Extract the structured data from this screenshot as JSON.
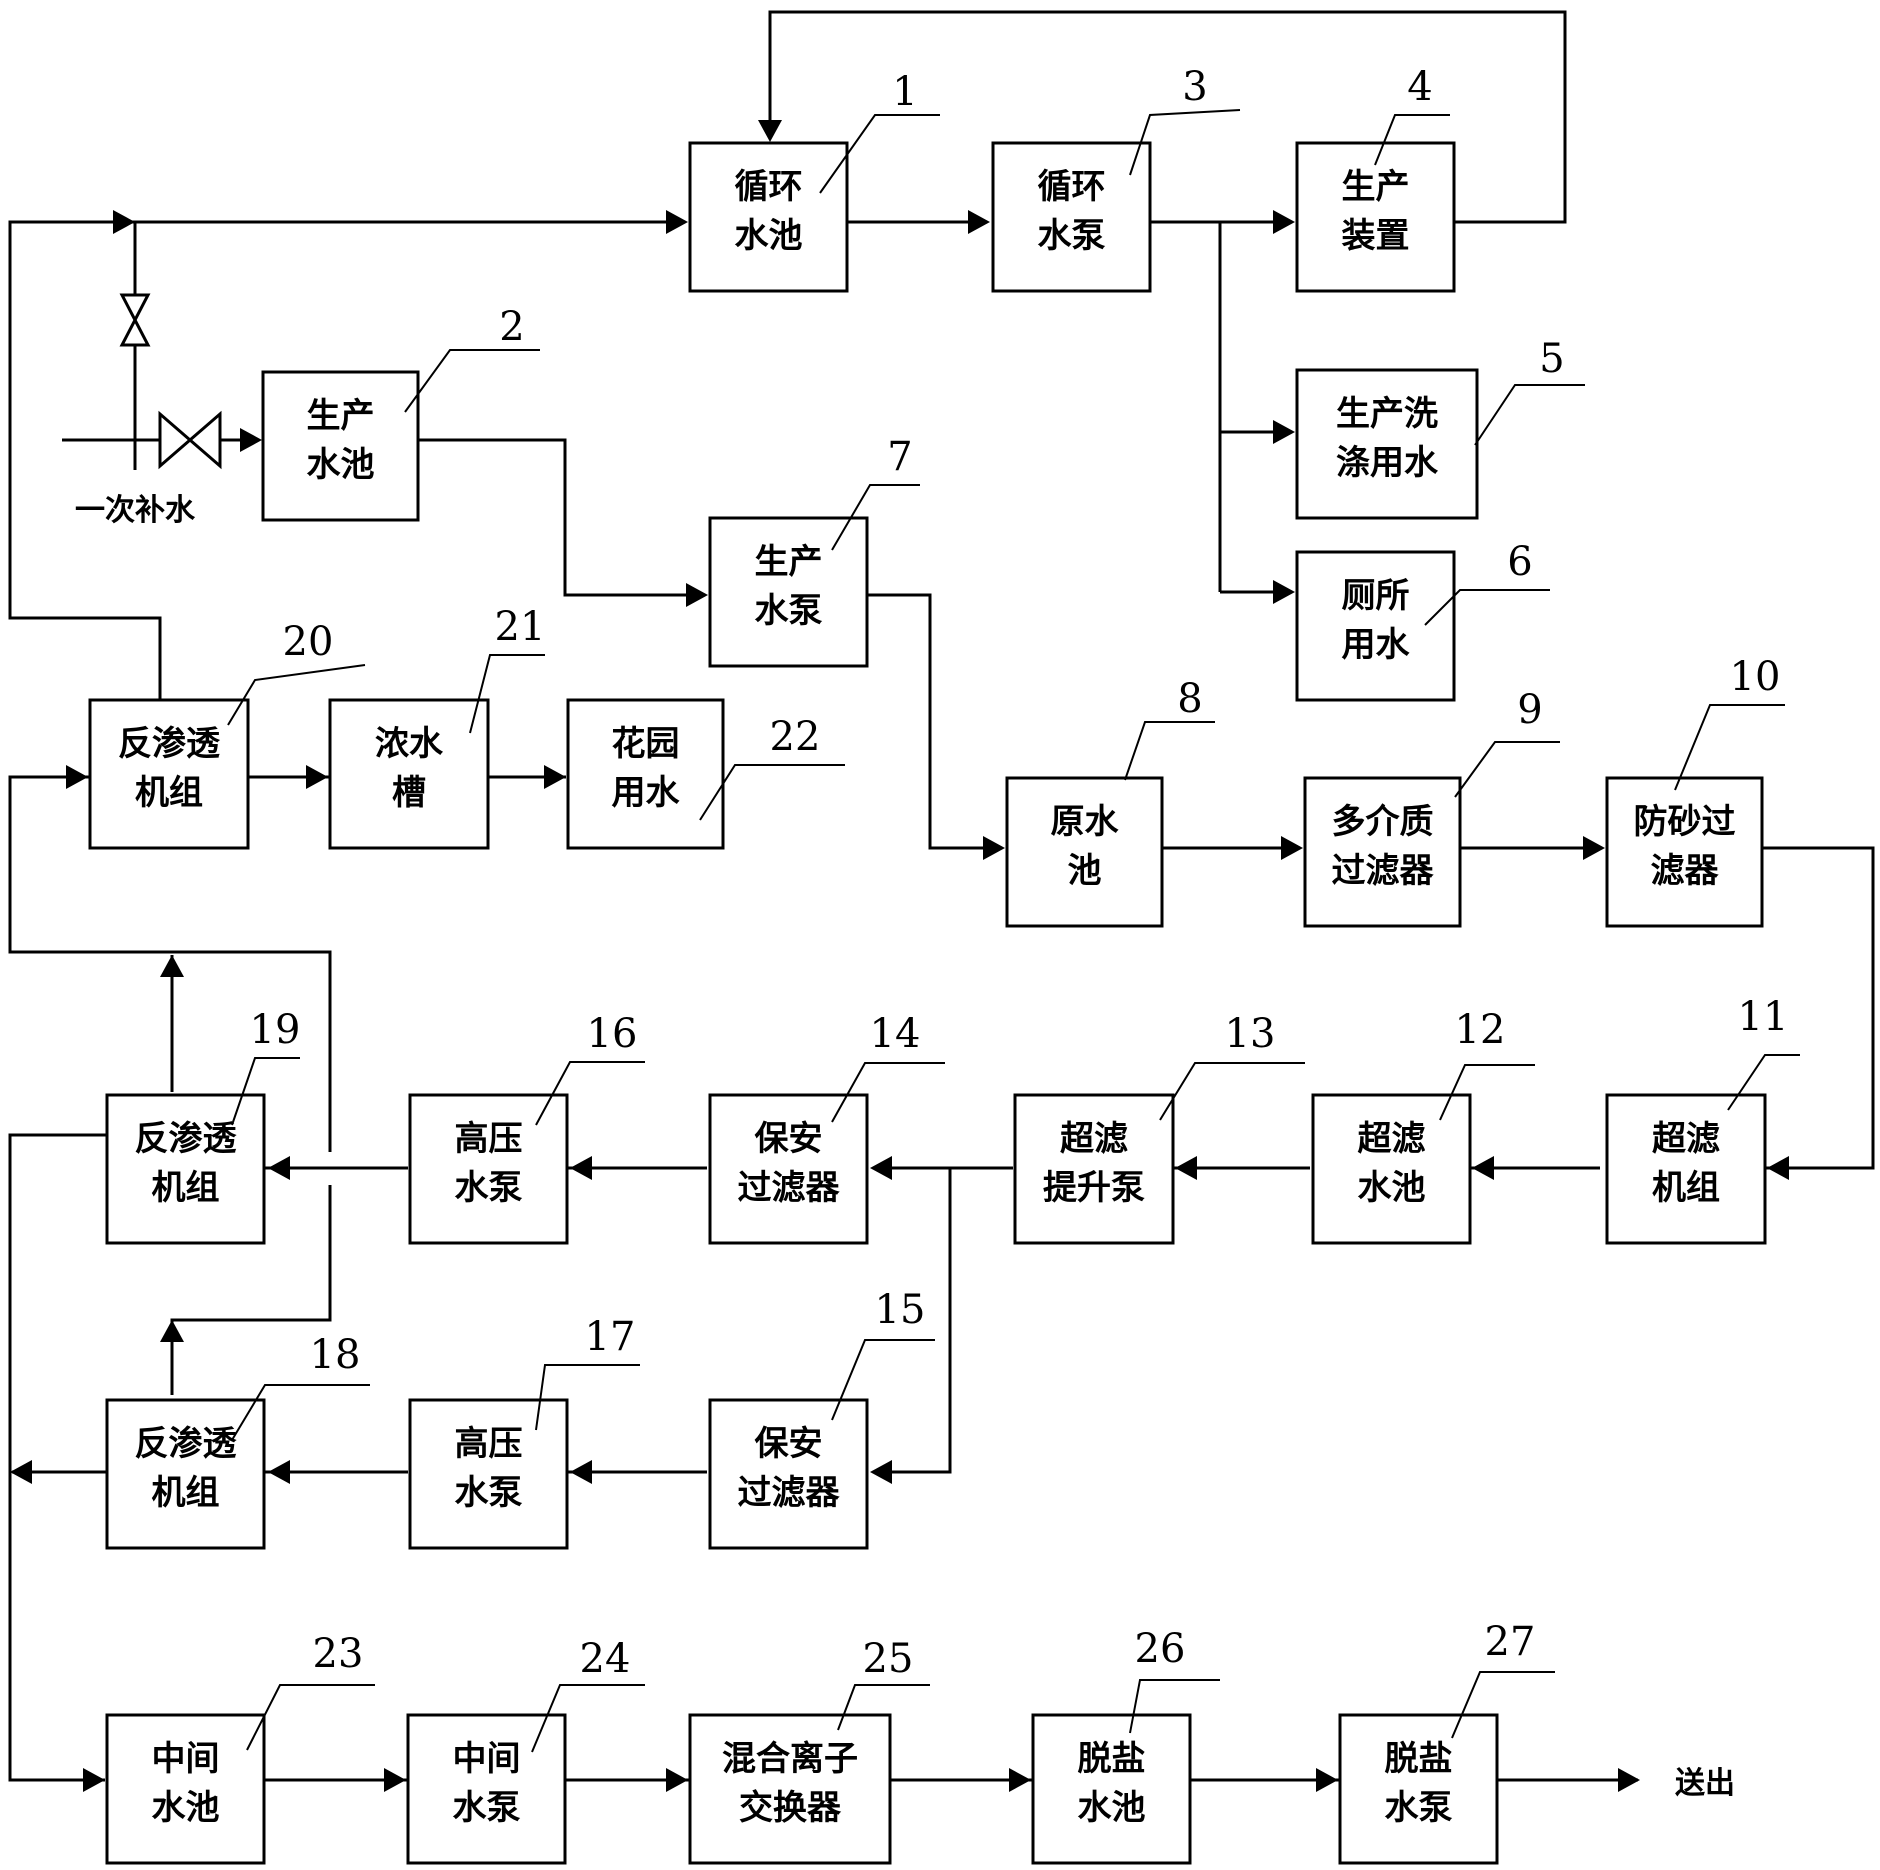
{
  "nodes": [
    {
      "id": "1",
      "lines": [
        "循环",
        "水池"
      ]
    },
    {
      "id": "2",
      "lines": [
        "生产",
        "水池"
      ]
    },
    {
      "id": "3",
      "lines": [
        "循环",
        "水泵"
      ]
    },
    {
      "id": "4",
      "lines": [
        "生产",
        "装置"
      ]
    },
    {
      "id": "5",
      "lines": [
        "生产洗",
        "涤用水"
      ]
    },
    {
      "id": "6",
      "lines": [
        "厕所",
        "用水"
      ]
    },
    {
      "id": "7",
      "lines": [
        "生产",
        "水泵"
      ]
    },
    {
      "id": "8",
      "lines": [
        "原水",
        "池"
      ]
    },
    {
      "id": "9",
      "lines": [
        "多介质",
        "过滤器"
      ]
    },
    {
      "id": "10",
      "lines": [
        "防砂过",
        "滤器"
      ]
    },
    {
      "id": "11",
      "lines": [
        "超滤",
        "机组"
      ]
    },
    {
      "id": "12",
      "lines": [
        "超滤",
        "水池"
      ]
    },
    {
      "id": "13",
      "lines": [
        "超滤",
        "提升泵"
      ]
    },
    {
      "id": "14",
      "lines": [
        "保安",
        "过滤器"
      ]
    },
    {
      "id": "15",
      "lines": [
        "保安",
        "过滤器"
      ]
    },
    {
      "id": "16",
      "lines": [
        "高压",
        "水泵"
      ]
    },
    {
      "id": "17",
      "lines": [
        "高压",
        "水泵"
      ]
    },
    {
      "id": "18",
      "lines": [
        "反渗透",
        "机组"
      ]
    },
    {
      "id": "19",
      "lines": [
        "反渗透",
        "机组"
      ]
    },
    {
      "id": "20",
      "lines": [
        "反渗透",
        "机组"
      ]
    },
    {
      "id": "21",
      "lines": [
        "浓水",
        "槽"
      ]
    },
    {
      "id": "22",
      "lines": [
        "花园",
        "用水"
      ]
    },
    {
      "id": "23",
      "lines": [
        "中间",
        "水池"
      ]
    },
    {
      "id": "24",
      "lines": [
        "中间",
        "水泵"
      ]
    },
    {
      "id": "25",
      "lines": [
        "混合离子",
        "交换器"
      ]
    },
    {
      "id": "26",
      "lines": [
        "脱盐",
        "水池"
      ]
    },
    {
      "id": "27",
      "lines": [
        "脱盐",
        "水泵"
      ]
    }
  ],
  "labels": {
    "makeup_water": "一次补水",
    "output": "送出"
  }
}
